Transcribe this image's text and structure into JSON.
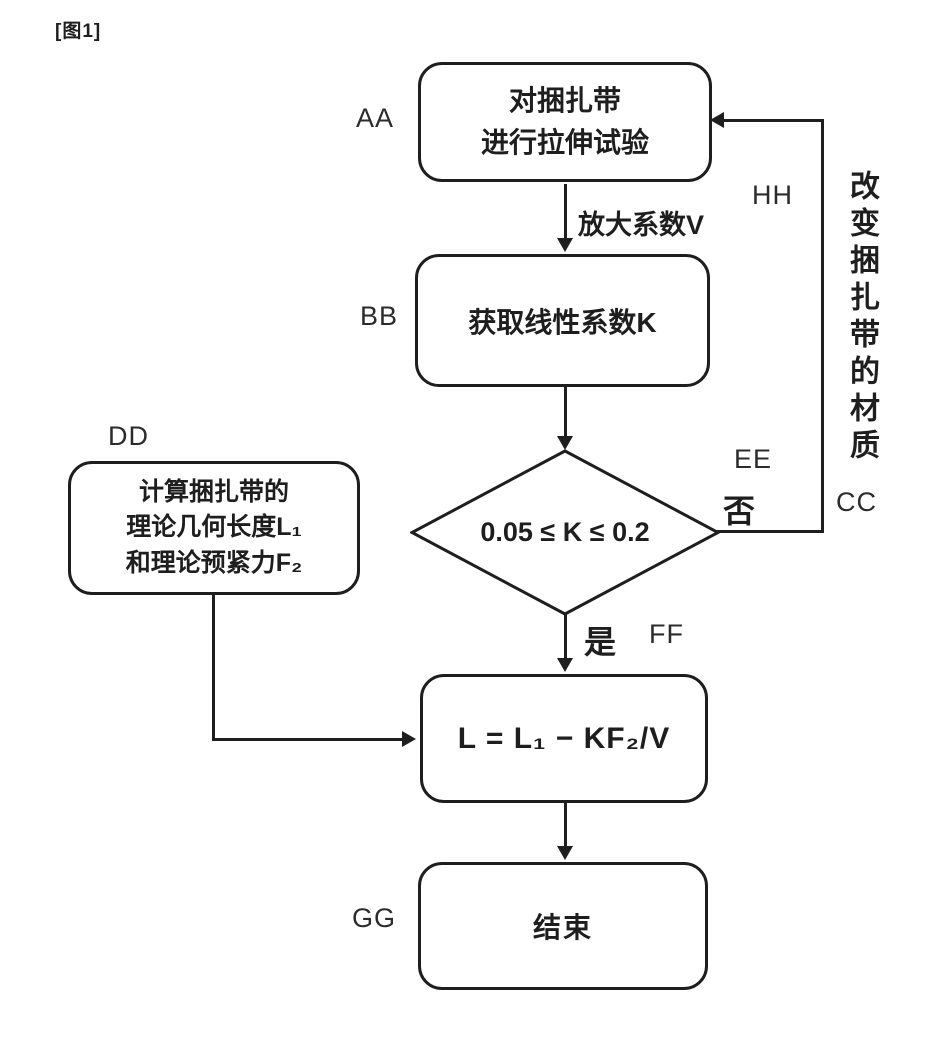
{
  "figure_label": "[图1]",
  "colors": {
    "ink": "#1e1e1e",
    "background": "#ffffff"
  },
  "flowchart": {
    "aa": {
      "ref": "AA",
      "lines": {
        "0": "对捆扎带",
        "1": "进行拉伸试验"
      }
    },
    "gain_arrow_label": "放大系数V",
    "bb": {
      "ref": "BB",
      "text": "获取线性系数K"
    },
    "decision": {
      "ref": "EE",
      "text": "0.05 ≤ K ≤ 0.2",
      "no_label": "否",
      "yes_label": "是",
      "yes_ref": "FF"
    },
    "feedback": {
      "arrow_ref": "HH",
      "step_ref": "CC",
      "text": "改变捆扎带的材质"
    },
    "dd": {
      "ref": "DD",
      "lines": {
        "0": "计算捆扎带的",
        "1": "理论几何长度L₁",
        "2": "和理论预紧力F₂"
      }
    },
    "formula": {
      "text": "L = L₁ − KF₂/V"
    },
    "gg": {
      "ref": "GG",
      "text": "结束"
    }
  }
}
